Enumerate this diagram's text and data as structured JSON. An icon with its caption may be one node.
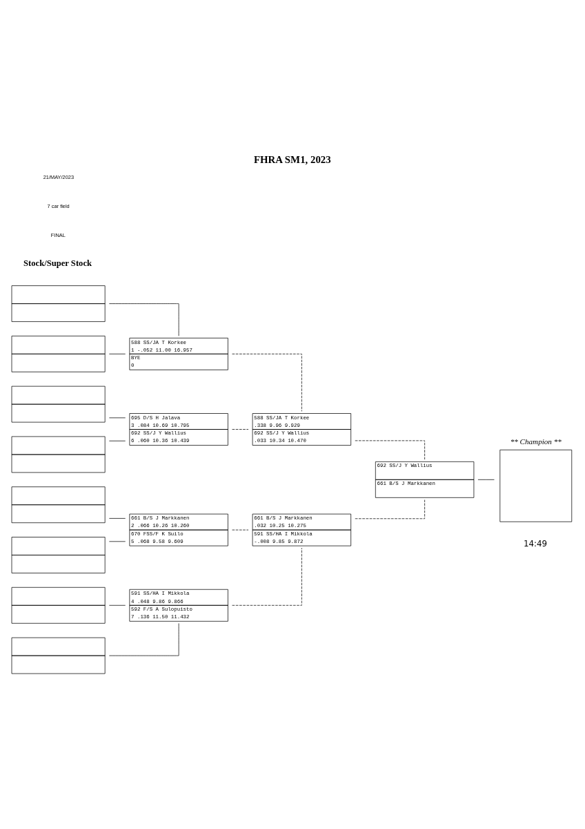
{
  "diagram": {
    "title": "FHRA SM1, 2023",
    "nodes": [
      {
        "text": [],
        "shape": "box"
      },
      {
        "text": [],
        "shape": "box"
      },
      {
        "text": [],
        "shape": "box"
      },
      {
        "text": [],
        "shape": "box"
      },
      {
        "text": [],
        "shape": "box"
      },
      {
        "text": [],
        "shape": "box"
      },
      {
        "text": [],
        "shape": "box"
      },
      {
        "text": [],
        "shape": "box"
      },
      {
        "text": [
          "588 SS/JA T Korkee",
          "1 -.052 11.00 16.957",
          "BYE",
          "0"
        ]
      },
      {
        "text": [
          "695 D/S H Jalava",
          "3 .084 10.69 10.795",
          "692 SS/J Y Wallius",
          "6 .060 10.36 10.439"
        ]
      },
      {
        "text": [
          "661 B/S J Markkanen",
          "2 .066 10.26 10.260",
          "670 FSS/F K Suilo",
          "5 .068 9.58 9.609"
        ]
      },
      {
        "text": [
          "591 SS/HA I Mikkola",
          "4 .048 9.86 9.866",
          "592 F/S A Sulopuisto",
          "7 .136 11.50 11.432"
        ]
      },
      {
        "text": [
          "588 SS/JA T Korkee",
          ".338 9.96 9.929",
          "692 SS/J Y Wallius",
          ".033 10.34 10.470"
        ]
      },
      {
        "text": [
          "661 B/S J Markkanen",
          ".032 10.25 10.275",
          "591 SS/HA I Mikkola",
          "-.008 9.85 9.872"
        ]
      },
      {
        "text": [
          "692 SS/J Y Wallius",
          "661 B/S J Markkanen"
        ]
      },
      {
        "text": [
          "** Champion **"
        ]
      }
    ],
    "edges": [
      {
        "from": 0,
        "to": 8,
        "arrow": "none"
      },
      {
        "from": 1,
        "to": 8,
        "arrow": "none"
      },
      {
        "from": 2,
        "to": 9,
        "arrow": "none"
      },
      {
        "from": 3,
        "to": 9,
        "arrow": "none"
      },
      {
        "from": 4,
        "to": 10,
        "arrow": "none"
      },
      {
        "from": 5,
        "to": 10,
        "arrow": "none"
      },
      {
        "from": 6,
        "to": 11,
        "arrow": "none"
      },
      {
        "from": 7,
        "to": 11,
        "arrow": "none"
      },
      {
        "from": 8,
        "to": 12,
        "arrow": "none",
        "style": "dashed"
      },
      {
        "from": 9,
        "to": 12,
        "arrow": "none",
        "style": "dashed"
      },
      {
        "from": 10,
        "to": 13,
        "arrow": "none",
        "style": "dashed"
      },
      {
        "from": 11,
        "to": 13,
        "arrow": "none",
        "style": "dashed"
      },
      {
        "from": 12,
        "to": 14,
        "arrow": "none",
        "style": "dashed"
      },
      {
        "from": 13,
        "to": 14,
        "arrow": "none",
        "style": "dashed"
      },
      {
        "from": 14,
        "to": 15,
        "arrow": "none"
      }
    ],
    "labels": [
      "21/MAY/2023",
      "7 car field",
      "FINAL",
      "Stock/Super Stock",
      "14:49"
    ]
  }
}
